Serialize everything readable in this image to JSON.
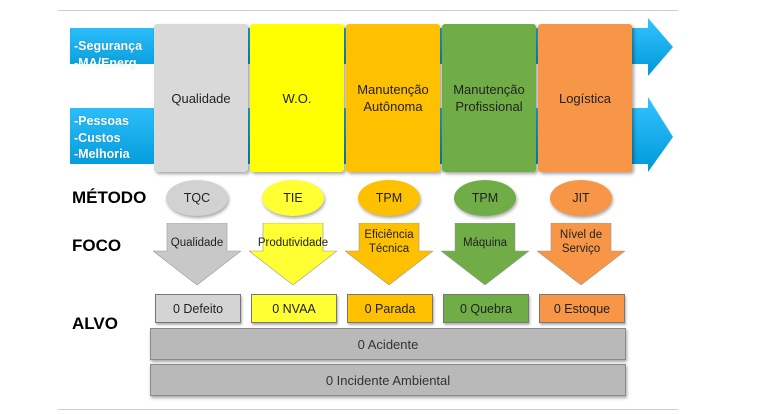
{
  "left_top_items": [
    "-Segurança",
    "-MA/Energ"
  ],
  "left_bottom_items": [
    "-Pessoas",
    "-Custos",
    "-Melhoria"
  ],
  "pillars": [
    {
      "label": "Qualidade",
      "color": "#d9d9d9",
      "method": "TQC",
      "method_color": "#d2d2d2",
      "focus": "Qualidade",
      "focus_color": "#c8c8c8",
      "target": "0 Defeito",
      "target_color": "#d4d4d4"
    },
    {
      "label": "W.O.",
      "color": "#ffff00",
      "method": "TIE",
      "method_color": "#ffff33",
      "focus": "Produtividade",
      "focus_color": "#ffff33",
      "target": "0 NVAA",
      "target_color": "#ffff33"
    },
    {
      "label": "Manutenção Autônoma",
      "color": "#ffc000",
      "method": "TPM",
      "method_color": "#ffc000",
      "focus": "Eficiência Técnica",
      "focus_color": "#ffc000",
      "target": "0 Parada",
      "target_color": "#ffc000"
    },
    {
      "label": "Manutenção Profissional",
      "color": "#70ad47",
      "method": "TPM",
      "method_color": "#70ad47",
      "focus": "Máquina",
      "focus_color": "#70ad47",
      "target": "0 Quebra",
      "target_color": "#70ad47"
    },
    {
      "label": "Logística",
      "color": "#f79646",
      "method": "JIT",
      "method_color": "#f79646",
      "focus": "Nível de Serviço",
      "focus_color": "#f79646",
      "target": "0 Estoque",
      "target_color": "#f79646"
    }
  ],
  "row_labels": {
    "metodo": "MÉTODO",
    "foco": "FOCO",
    "alvo": "ALVO"
  },
  "bars": [
    "0 Acidente",
    "0 Incidente Ambiental"
  ],
  "arrow_color": "#00b0f0"
}
